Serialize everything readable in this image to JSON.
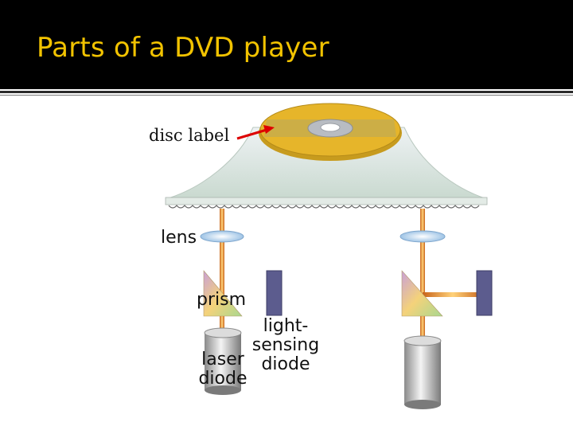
{
  "slide": {
    "title": "Parts of a DVD player",
    "accent_color": "#f2c300",
    "background_color": "#000000"
  },
  "diagram": {
    "labels": {
      "disc_label": "disc label",
      "lens": "lens",
      "prism": "prism",
      "light_sensing_line1": "light-",
      "light_sensing_line2": "sensing",
      "light_sensing_line3": "diode",
      "laser_line1": "laser",
      "laser_line2": "diode"
    },
    "colors": {
      "disc": "#e6b52a",
      "laser_beam": "#e8962a",
      "sensor": "#5c5c8e",
      "arrow": "#dd0000"
    }
  }
}
